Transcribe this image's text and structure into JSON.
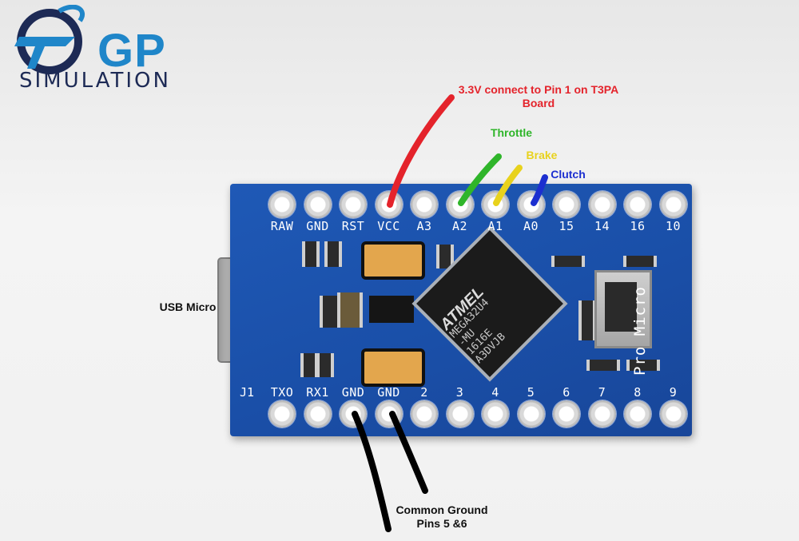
{
  "logo": {
    "brand": "GP",
    "subtitle": "SIMULATION"
  },
  "board": {
    "name": "Pro Micro",
    "chip": {
      "brand": "ATMEL",
      "lines": [
        "MEGA32U4",
        "-MU",
        "1616E",
        "A3DVJB"
      ]
    },
    "j1_label": "J1",
    "top_pins": [
      "RAW",
      "GND",
      "RST",
      "VCC",
      "A3",
      "A2",
      "A1",
      "A0",
      "15",
      "14",
      "16",
      "10"
    ],
    "bottom_pins": [
      "TXO",
      "RX1",
      "GND",
      "GND",
      "2",
      "3",
      "4",
      "5",
      "6",
      "7",
      "8",
      "9"
    ]
  },
  "annotations": {
    "vcc": {
      "text": "3.3V connect to Pin 1 on T3PA Board",
      "color": "#e4232b"
    },
    "throttle": {
      "text": "Throttle",
      "color": "#2fb52a"
    },
    "brake": {
      "text": "Brake",
      "color": "#e8d21d"
    },
    "clutch": {
      "text": "Clutch",
      "color": "#1c2fd0"
    },
    "usb": {
      "text": "USB Micro",
      "color": "#111111"
    },
    "ground": {
      "line1": "Common Ground",
      "line2": "Pins 5 &6",
      "color": "#111111"
    }
  }
}
